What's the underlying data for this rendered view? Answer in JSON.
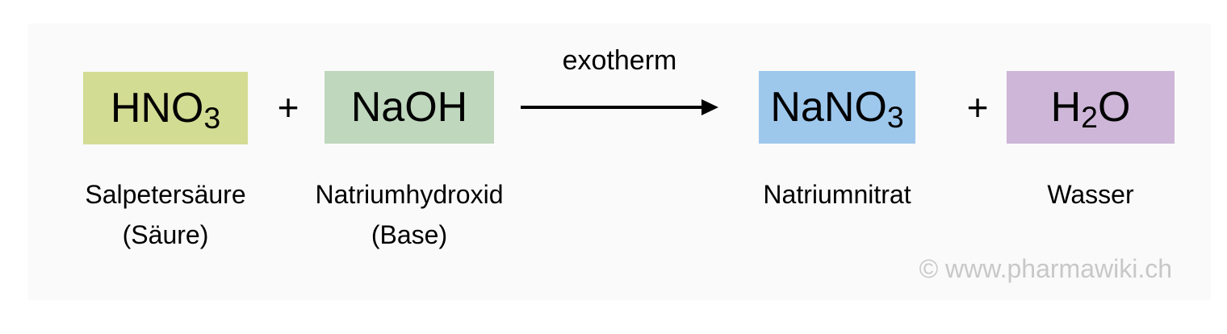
{
  "page": {
    "background": "#ffffff",
    "panel_background": "#fafafa"
  },
  "equation": {
    "plus_sign": "+",
    "arrow": {
      "label": "exotherm",
      "direction": "right",
      "color": "#000000"
    },
    "molecules": [
      {
        "id": "hno3",
        "formula_main": "HNO",
        "formula_sub": "3",
        "formula_tail": "",
        "name": "Salpetersäure",
        "role": "(Säure)",
        "box_color": "#d3dc93"
      },
      {
        "id": "naoh",
        "formula_main": "NaOH",
        "formula_sub": "",
        "formula_tail": "",
        "name": "Natriumhydroxid",
        "role": "(Base)",
        "box_color": "#bfd7bd"
      },
      {
        "id": "nano3",
        "formula_main": "NaNO",
        "formula_sub": "3",
        "formula_tail": "",
        "name": "Natriumnitrat",
        "box_color": "#9ec7ec"
      },
      {
        "id": "h2o",
        "formula_main": "H",
        "formula_sub": "2",
        "formula_tail": "O",
        "name": "Wasser",
        "box_color": "#cdb6d7"
      }
    ]
  },
  "watermark": {
    "text": "© www.pharmawiki.ch",
    "color": "#c8c8c8"
  }
}
